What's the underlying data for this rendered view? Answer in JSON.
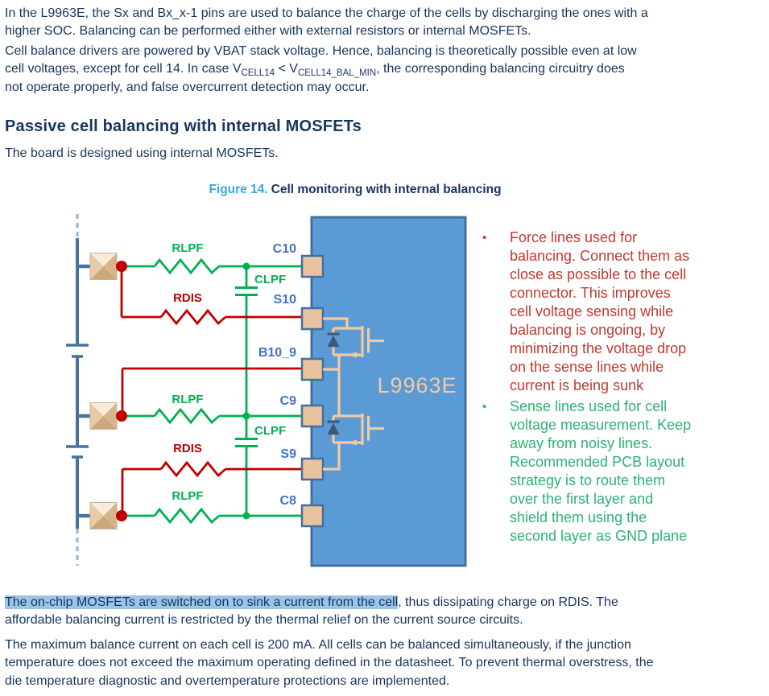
{
  "intro": {
    "p1": "In the L9963E, the Sx and Bx_x-1 pins are used to balance the charge of the cells by discharging the ones with a\nhigher SOC. Balancing can be performed either with external resistors or internal MOSFETs.",
    "p2_seg1": "Cell balance drivers are powered by VBAT stack voltage. Hence, balancing is theoretically possible even at low\ncell voltages, except for cell 14. In case V",
    "p2_sub1": "CELL14",
    "p2_seg2": " < V",
    "p2_sub2": "CELL14_BAL_MIN",
    "p2_seg3": ", the corresponding balancing circuitry does\nnot operate properly, and false overcurrent detection may occur."
  },
  "section": {
    "heading": "Passive cell balancing with internal MOSFETs",
    "body": "The board is designed using internal MOSFETs."
  },
  "figure": {
    "caption_label": "Figure 14.",
    "caption_text": "Cell monitoring with internal balancing",
    "chip_label": "L9963E",
    "pins": [
      {
        "label": "C10"
      },
      {
        "label": "S10"
      },
      {
        "label": "B10_9"
      },
      {
        "label": "C9"
      },
      {
        "label": "S9"
      },
      {
        "label": "C8"
      }
    ],
    "labels": {
      "rlpf": "RLPF",
      "rdis": "RDIS",
      "clpf": "CLPF"
    },
    "bullets": [
      {
        "color": "#c23a31",
        "text": "Force lines used for\nbalancing. Connect them as\nclose as possible to the cell\nconnector. This improves\ncell voltage sensing while\nbalancing is ongoing, by\nminimizing the voltage drop\non the sense lines while\ncurrent is being sunk"
      },
      {
        "color": "#2eb273",
        "text": "Sense lines used for cell\nvoltage measurement. Keep\naway from noisy lines.\nRecommended PCB layout\nstrategy is to route them\nover the first layer and\nshield them using the\nsecond layer as GND plane"
      }
    ]
  },
  "closing": {
    "p1_highlight": "The on-chip MOSFETs are switched on to sink a current from the cell",
    "p1_rest": ", thus dissipating charge on RDIS. The\naffordable balancing current is restricted by the thermal relief on the current source circuits.",
    "p2": "The maximum balance current on each cell is 200 mA. All cells can be balanced simultaneously, if the junction\ntemperature does not exceed the maximum operating defined in the datasheet. To prevent thermal overstress, the\ndie temperature diagnostic and overtemperature protections are implemented."
  },
  "colors": {
    "body_text": "#17365d",
    "figure_label_blue": "#36a9e1",
    "highlight": "#9dc3e6",
    "wire_green": "#00b050",
    "wire_red": "#c00000",
    "note_red": "#c23a31",
    "note_green": "#2eb273",
    "stack_blue": "#44749f",
    "stack_light": "#8fb4d6",
    "chip_fill": "#5b9bd5",
    "chip_border": "#41719c",
    "pin_fill": "#eac29e",
    "mosfet_tan": "#f2c9a2",
    "diode_slate": "#3f5878",
    "pin_label_blue": "#4472c4",
    "conn_top": "#f7ecd9",
    "conn_left": "#e7cba8",
    "conn_right": "#d9b48b",
    "conn_bottom": "#cda77c"
  }
}
